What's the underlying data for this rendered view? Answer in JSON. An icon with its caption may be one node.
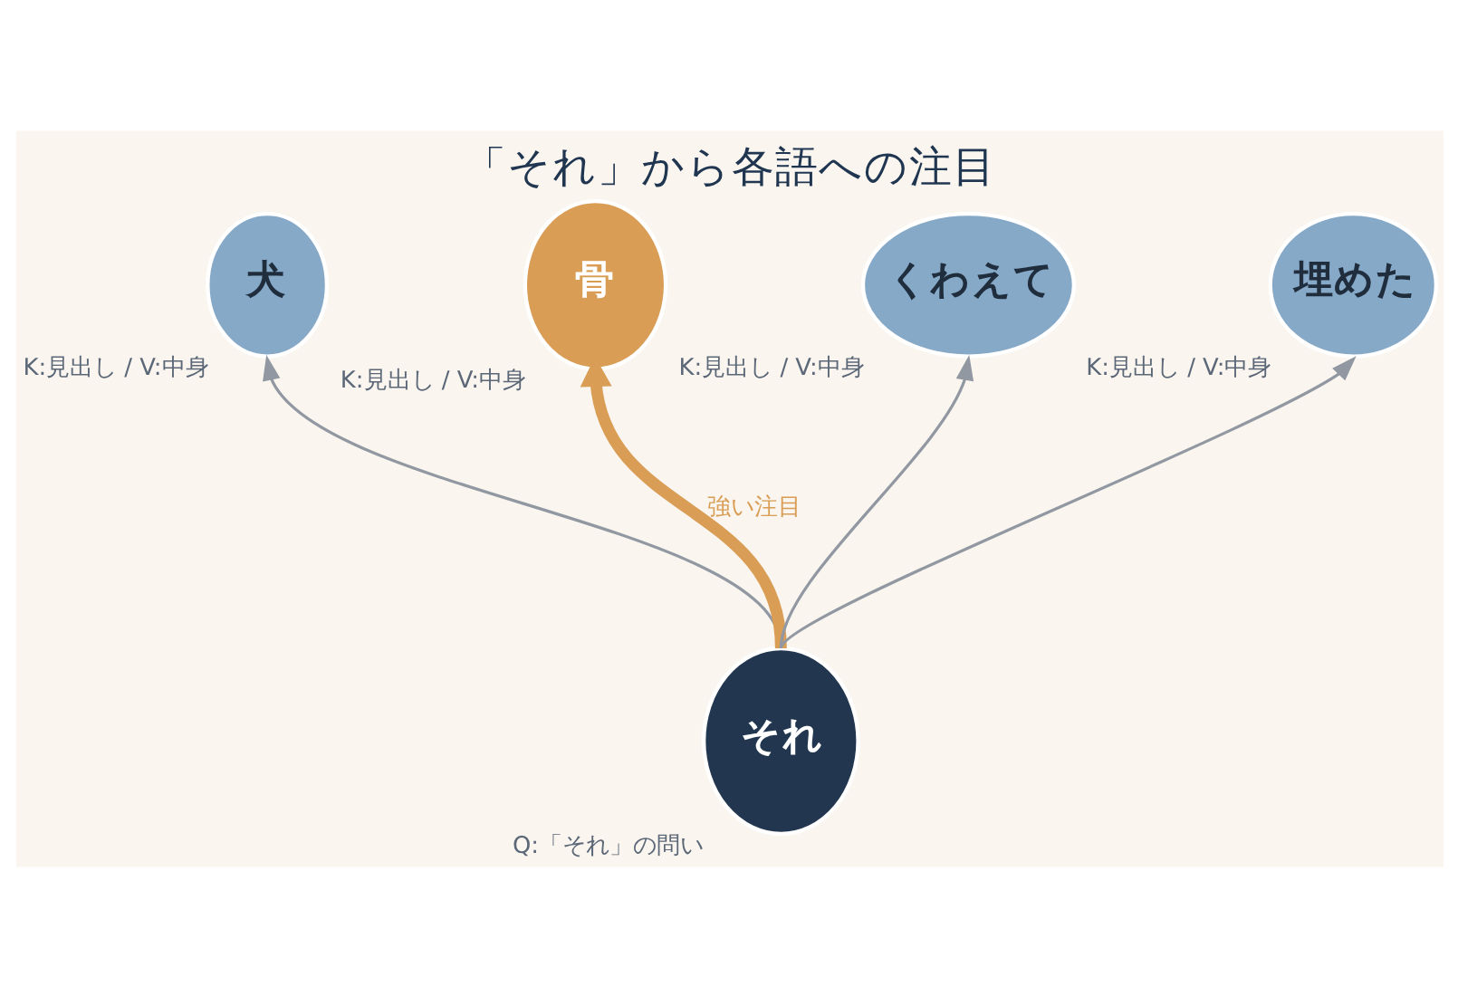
{
  "diagram": {
    "title": "「それ」から各語への注目",
    "nodes": [
      {
        "text": [
          "犬"
        ],
        "beside": [
          "K:見出し / V:中身"
        ]
      },
      {
        "text": [
          "骨"
        ],
        "beside": [
          "K:見出し / V:中身"
        ]
      },
      {
        "text": [
          "くわえて"
        ],
        "beside": [
          "K:見出し / V:中身"
        ]
      },
      {
        "text": [
          "埋めた"
        ],
        "beside": [
          "K:見出し / V:中身"
        ]
      },
      {
        "text": [
          "それ"
        ],
        "beside": [
          "Q:「それ」の問い"
        ]
      }
    ],
    "edges": [
      {
        "from": 4,
        "to": 0,
        "arrow": "to"
      },
      {
        "from": 4,
        "to": 1,
        "arrow": "to",
        "label": "強い注目",
        "style": "thick",
        "color": "#d99d55"
      },
      {
        "from": 4,
        "to": 2,
        "arrow": "to"
      },
      {
        "from": 4,
        "to": 3,
        "arrow": "to"
      }
    ]
  }
}
